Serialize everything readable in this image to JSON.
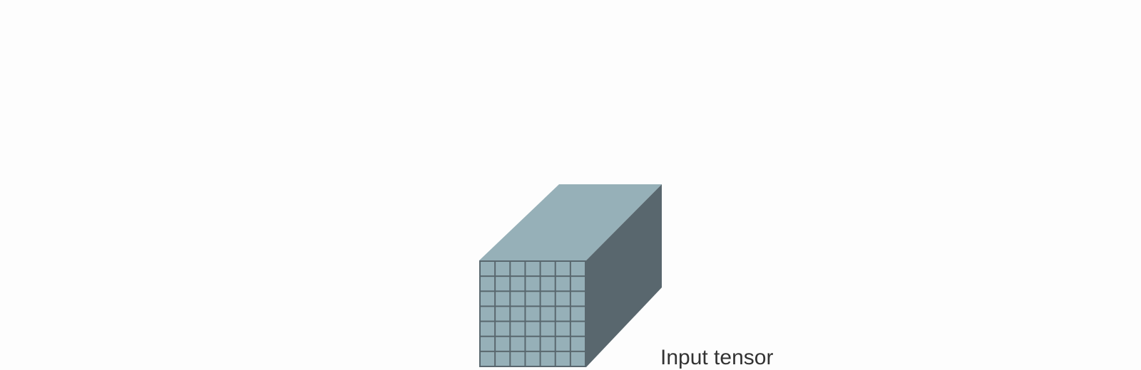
{
  "diagram": {
    "caption": "Input tensor",
    "grid": {
      "rows": 7,
      "cols": 7
    },
    "colors": {
      "top_face": "#96b0b8",
      "side_face": "#59676e",
      "front_cell": "#96b0b8",
      "grid_line": "#59676e",
      "text": "#333333",
      "background": "#fdfdfd"
    }
  }
}
